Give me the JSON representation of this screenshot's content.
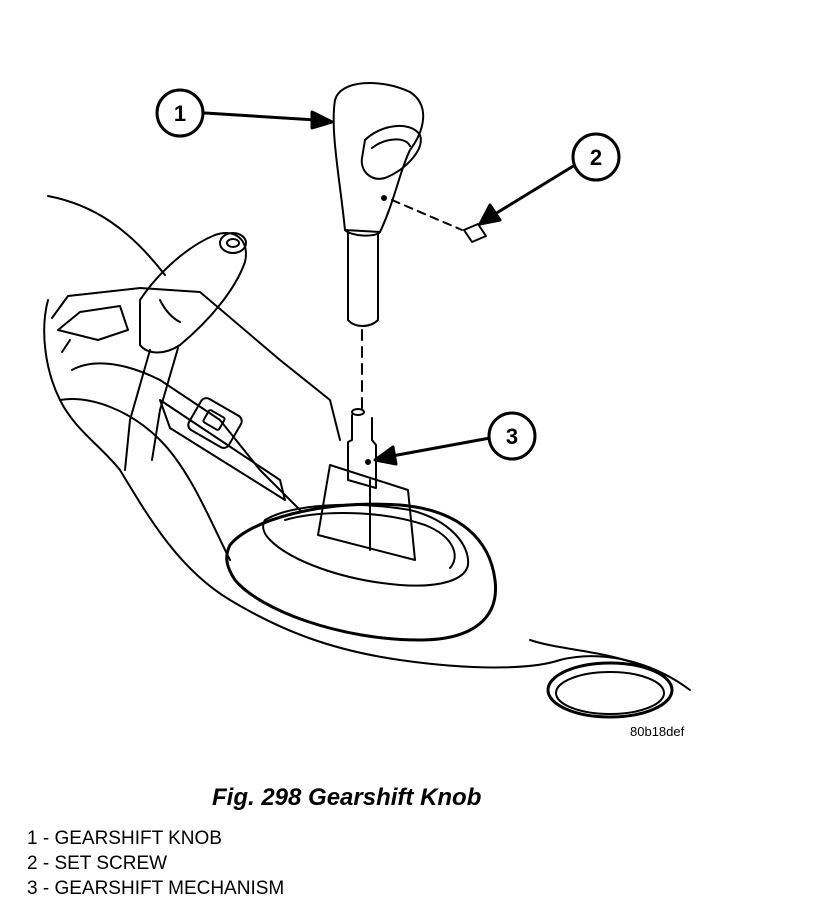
{
  "figure": {
    "callouts": [
      "1",
      "2",
      "3"
    ],
    "code": "80b18def",
    "caption": "Fig. 298 Gearshift Knob",
    "legend": [
      "1 - GEARSHIFT KNOB",
      "2 - SET SCREW",
      "3 - GEARSHIFT MECHANISM"
    ]
  }
}
